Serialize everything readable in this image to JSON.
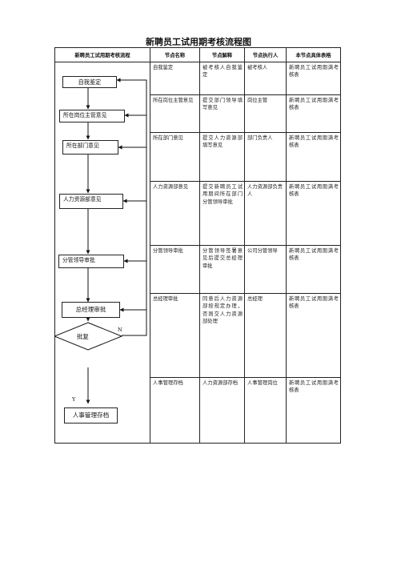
{
  "title": "新聘员工试用期考核流程图",
  "headers": [
    "新聘员工试用期考核流程",
    "节点名称",
    "节点解释",
    "节点执行人",
    "本节点具体表格"
  ],
  "flow": {
    "nodes": [
      {
        "id": "self",
        "label": "自我鉴定"
      },
      {
        "id": "post",
        "label": "所在岗位主管意见"
      },
      {
        "id": "dept",
        "label": "所在部门意见"
      },
      {
        "id": "hr",
        "label": "人力资源部意见"
      },
      {
        "id": "leader",
        "label": "分管领导审批"
      },
      {
        "id": "gm",
        "label": "总经理审批"
      },
      {
        "id": "reply",
        "label": "批复"
      },
      {
        "id": "archive",
        "label": "人事管理存档"
      }
    ],
    "no_label": "N",
    "yes_label": "Y"
  },
  "rows": [
    {
      "name": "自我鉴定",
      "explain": "被考核人自我鉴定",
      "executor": "被考核人",
      "form": "新聘员工试用期满考核表"
    },
    {
      "name": "所在岗位主管意见",
      "explain": "提交部门领导填写意见",
      "executor": "岗位主管",
      "form": "新聘员工试用期满考核表"
    },
    {
      "name": "所在部门意见",
      "explain": "提交人力资源部填写意见",
      "executor": "部门负责人",
      "form": "新聘员工试用期满考核表"
    },
    {
      "name": "人力资源部意见",
      "explain": "提交新聘员工试用期间所在部门分管领导审批",
      "executor": "人力资源部负责人",
      "form": "新聘员工试用期满考核表"
    },
    {
      "name": "分管领导审批",
      "explain": "分管领导签署意见后提交总经理审批",
      "executor": "公司分管领导",
      "form": "新聘员工试用期满考核表"
    },
    {
      "name": "总经理审批",
      "explain": "同意后人力资源部按规定办理，否则交人力资源部处理",
      "executor": "总经理",
      "form": "新聘员工试用期满考核表"
    },
    {
      "name": "人事管理存档",
      "explain": "人力资源部存档",
      "executor": "人事管理岗位",
      "form": "新聘员工试用期满考核表"
    }
  ]
}
